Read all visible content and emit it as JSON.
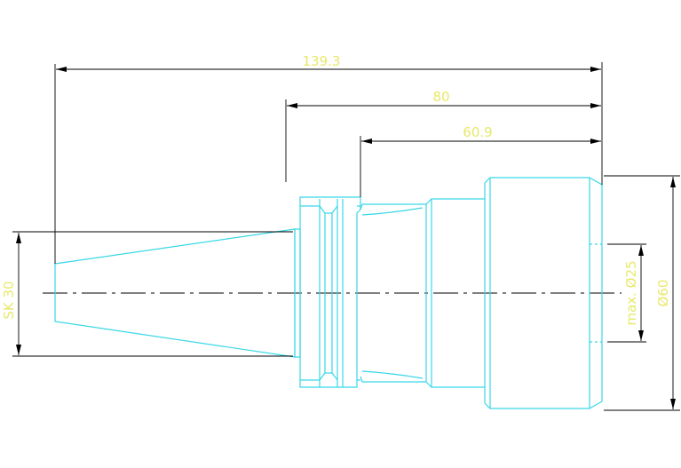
{
  "drawing": {
    "dimensions": {
      "overall_length": "139.3",
      "flange_to_end": "80",
      "shoulder_to_end": "60.9",
      "taper": "SK 30",
      "bore": "max. Ø25",
      "outer_diameter": "Ø60"
    },
    "colors": {
      "dimension_text": "#e8e86a",
      "dimension_line": "#000000",
      "part_outline": "#39d7e6",
      "centerline": "#000000",
      "background": "#ffffff"
    }
  }
}
